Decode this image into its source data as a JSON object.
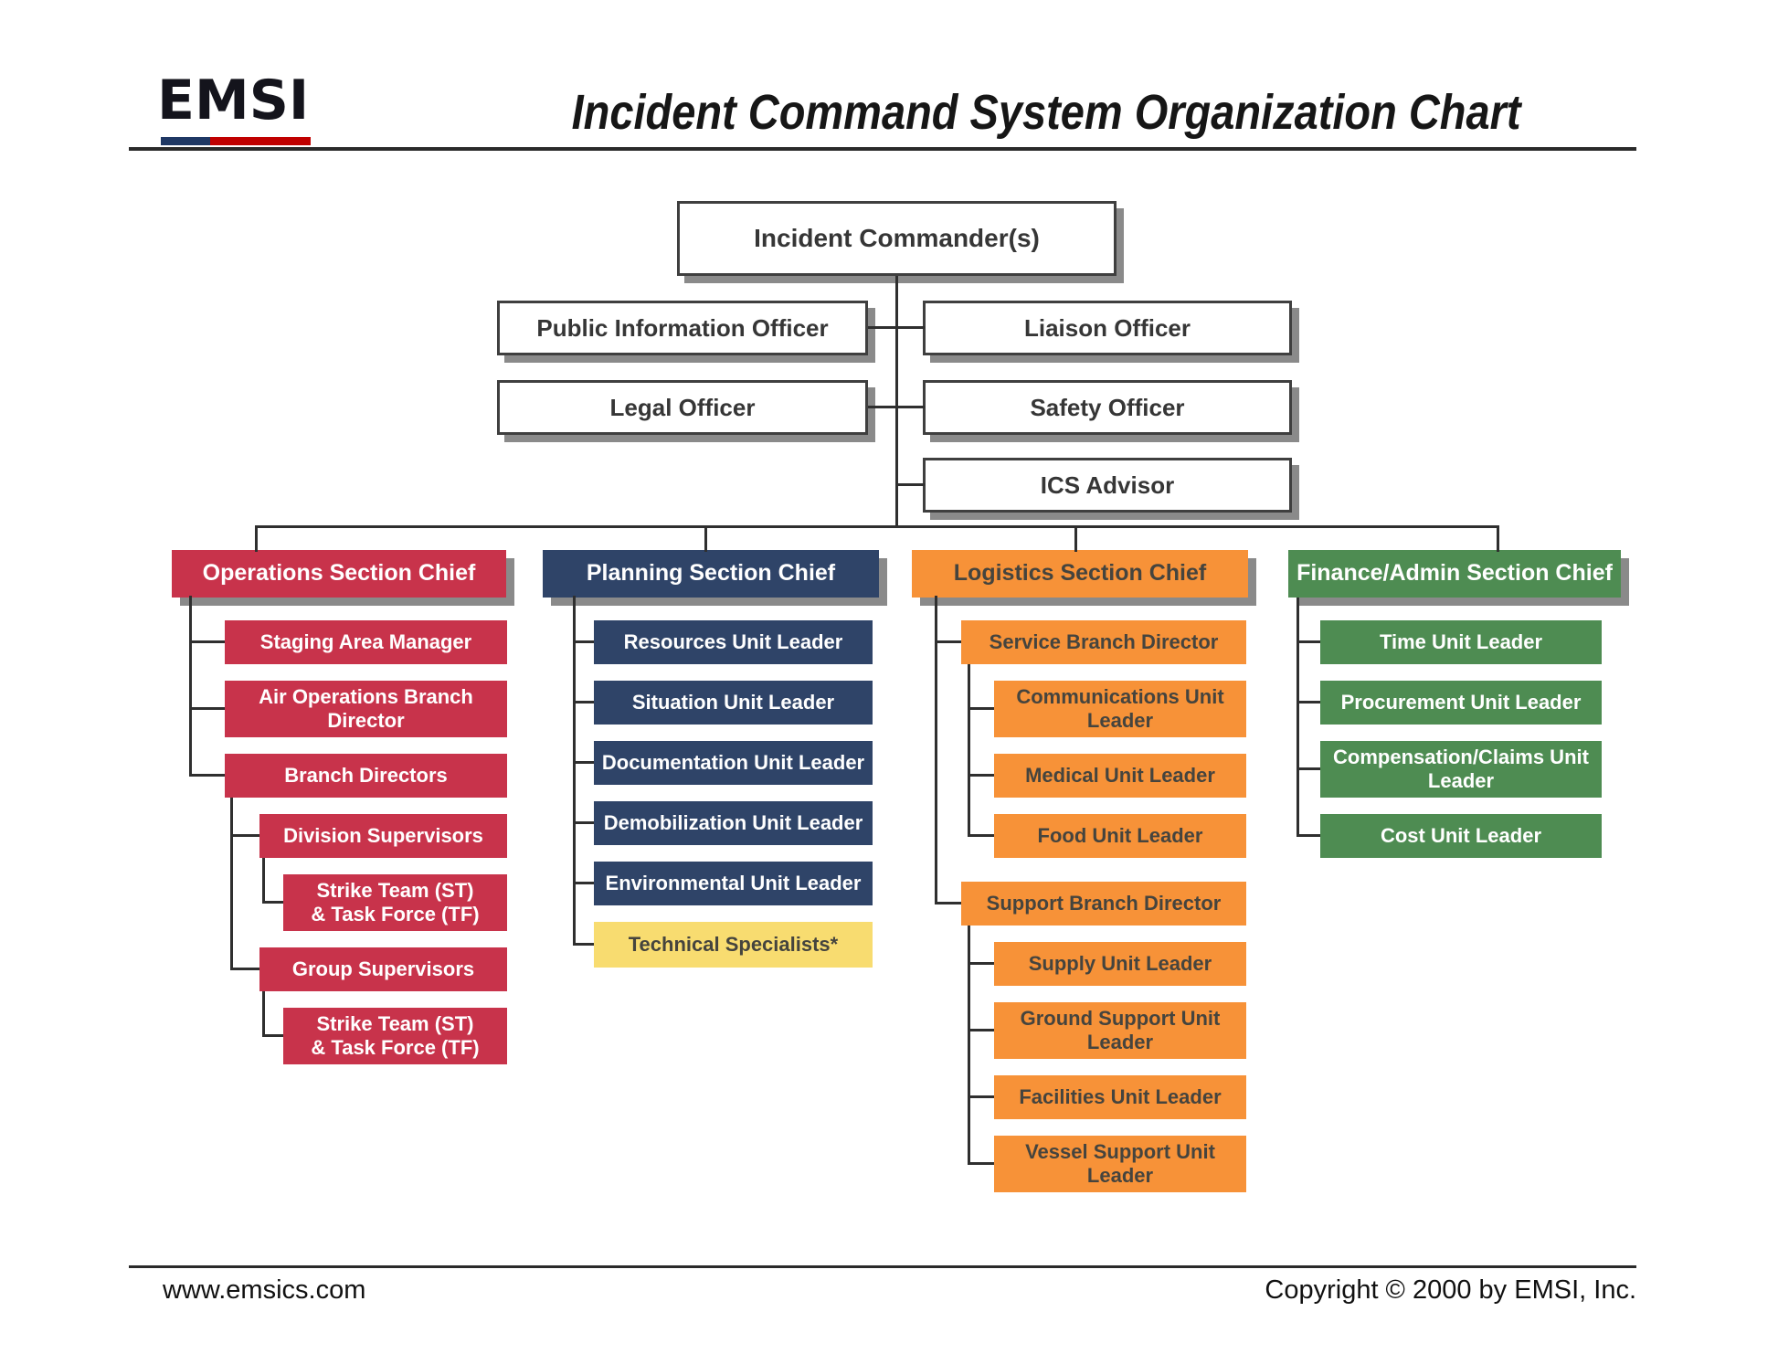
{
  "header": {
    "logo": "EMSI",
    "title": "Incident Command System Organization Chart"
  },
  "command": {
    "incident_commander": "Incident Commander(s)",
    "public_information_officer": "Public Information Officer",
    "liaison_officer": "Liaison Officer",
    "legal_officer": "Legal Officer",
    "safety_officer": "Safety Officer",
    "ics_advisor": "ICS Advisor"
  },
  "operations": {
    "chief": "Operations Section Chief",
    "staging_area_manager": "Staging Area Manager",
    "air_operations_branch_director": "Air Operations Branch\nDirector",
    "branch_directors": "Branch Directors",
    "division_supervisors": "Division Supervisors",
    "strike_team_1": "Strike Team (ST)\n& Task Force (TF)",
    "group_supervisors": "Group Supervisors",
    "strike_team_2": "Strike Team (ST)\n& Task Force (TF)"
  },
  "planning": {
    "chief": "Planning Section Chief",
    "resources_unit_leader": "Resources Unit Leader",
    "situation_unit_leader": "Situation Unit Leader",
    "documentation_unit_leader": "Documentation Unit Leader",
    "demobilization_unit_leader": "Demobilization Unit Leader",
    "environmental_unit_leader": "Environmental Unit Leader",
    "technical_specialists": "Technical Specialists*"
  },
  "logistics": {
    "chief": "Logistics Section Chief",
    "service_branch_director": "Service Branch Director",
    "communications_unit_leader": "Communications Unit\nLeader",
    "medical_unit_leader": "Medical Unit Leader",
    "food_unit_leader": "Food Unit Leader",
    "support_branch_director": "Support Branch Director",
    "supply_unit_leader": "Supply Unit Leader",
    "ground_support_unit_leader": "Ground Support Unit\nLeader",
    "facilities_unit_leader": "Facilities Unit Leader",
    "vessel_support_unit_leader": "Vessel Support Unit\nLeader"
  },
  "finance": {
    "chief": "Finance/Admin Section Chief",
    "time_unit_leader": "Time Unit Leader",
    "procurement_unit_leader": "Procurement Unit Leader",
    "compensation_claims_unit_leader": "Compensation/Claims Unit\nLeader",
    "cost_unit_leader": "Cost Unit Leader"
  },
  "footer": {
    "website": "www.emsics.com",
    "copyright": "Copyright © 2000 by EMSI, Inc."
  },
  "colors": {
    "operations": "#C8334B",
    "planning": "#2F4468",
    "logistics": "#F79238",
    "finance": "#4E8C52",
    "technical_specialists": "#F8DC70",
    "logistics_text": "#45443E",
    "logo_underline_left": "#1F3864",
    "logo_underline_right": "#C00000",
    "shadow": "#8A8A8A",
    "connector": "#2F2F2F"
  }
}
